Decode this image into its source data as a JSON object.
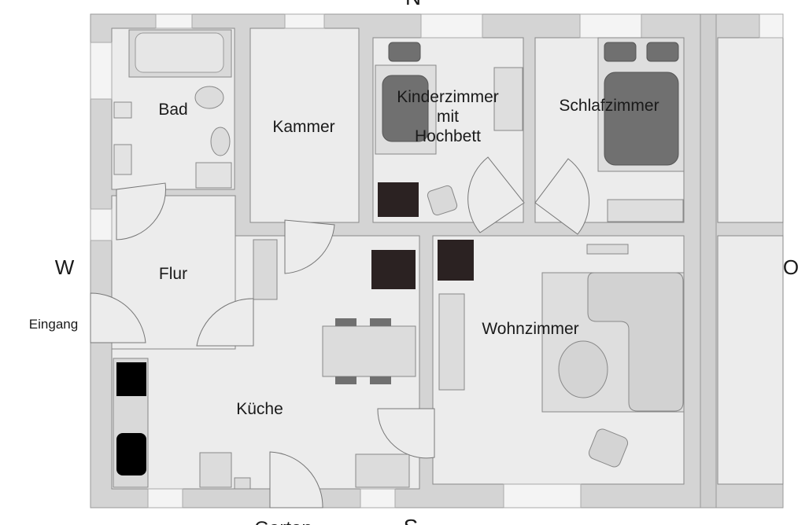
{
  "compass": {
    "north": "N",
    "south": "S",
    "west": "W",
    "east": "O"
  },
  "labels": {
    "eingang": "Eingang",
    "garten": "Garten"
  },
  "rooms": {
    "bad": "Bad",
    "kammer": "Kammer",
    "kinderzimmer_line1": "Kinderzimmer",
    "kinderzimmer_line2": "mit",
    "kinderzimmer_line3": "Hochbett",
    "schlafzimmer": "Schlafzimmer",
    "flur": "Flur",
    "wohnzimmer": "Wohnzimmer",
    "kueche": "Küche"
  },
  "colors": {
    "wall": "#d4d4d4",
    "floor": "#ececec",
    "furniture_light": "#d9d9d9",
    "furniture_dark": "#707070",
    "black": "#2b2222"
  }
}
